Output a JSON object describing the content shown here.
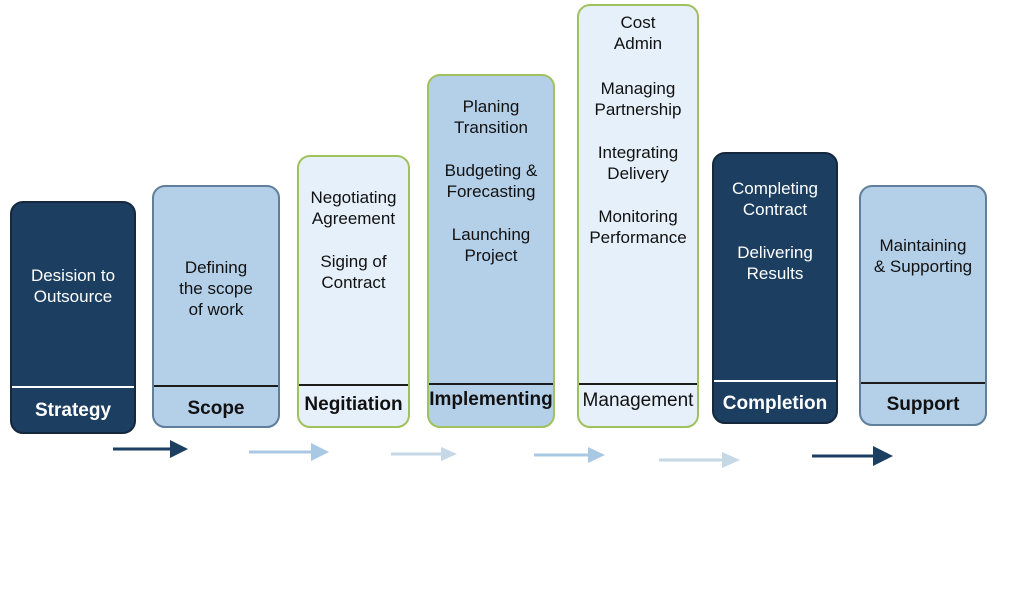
{
  "stages": [
    {
      "items": [
        "Desision to Outsource"
      ],
      "footer": "Strategy"
    },
    {
      "items": [
        "Defining the scope of work"
      ],
      "footer": "Scope"
    },
    {
      "items": [
        "Negotiating Agreement",
        "Siging of Contract"
      ],
      "footer": "Negitiation"
    },
    {
      "items": [
        "Planing Transition",
        "Budgeting & Forecasting",
        "Launching Project"
      ],
      "footer": "Implementing"
    },
    {
      "items": [
        "Cost Admin",
        "Managing Partnership",
        "Integrating Delivery",
        "Monitoring Performance"
      ],
      "footer": "Management"
    },
    {
      "items": [
        "Completing Contract",
        "Delivering Results"
      ],
      "footer": "Completion"
    },
    {
      "items": [
        "Maintaining & Supporting"
      ],
      "footer": "Support"
    }
  ],
  "colors": {
    "dark_blue": "#1b3e61",
    "mid_blue": "#b4cfe8",
    "light_blue": "#e6f0fa",
    "green_border": "#9fc25c"
  }
}
